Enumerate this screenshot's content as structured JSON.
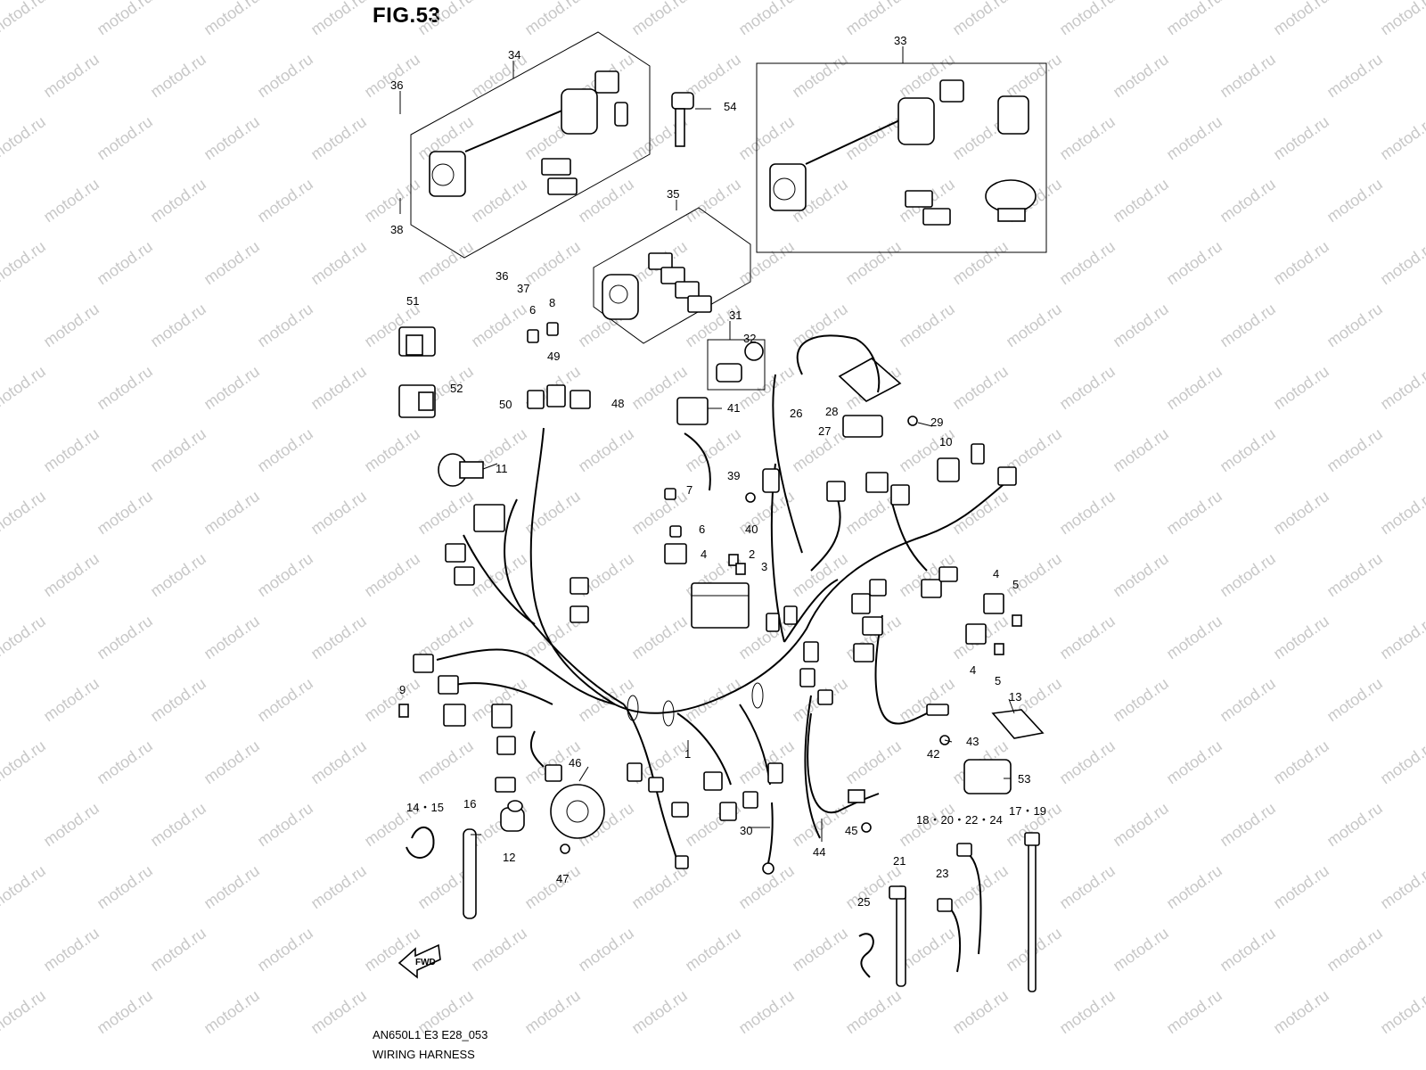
{
  "figure": {
    "title": "FIG.53",
    "code": "AN650L1 E3 E28_053",
    "subtitle": "WIRING HARNESS",
    "fwd_label": "FWD",
    "watermark_text": "motod.ru"
  },
  "callouts": [
    {
      "id": "c34",
      "text": "34"
    },
    {
      "id": "c36a",
      "text": "36"
    },
    {
      "id": "c38",
      "text": "38"
    },
    {
      "id": "c36b",
      "text": "36"
    },
    {
      "id": "c37",
      "text": "37"
    },
    {
      "id": "c54",
      "text": "54"
    },
    {
      "id": "c33",
      "text": "33"
    },
    {
      "id": "c35",
      "text": "35"
    },
    {
      "id": "c51",
      "text": "51"
    },
    {
      "id": "c52",
      "text": "52"
    },
    {
      "id": "c6a",
      "text": "6"
    },
    {
      "id": "c8",
      "text": "8"
    },
    {
      "id": "c49",
      "text": "49"
    },
    {
      "id": "c50",
      "text": "50"
    },
    {
      "id": "c48",
      "text": "48"
    },
    {
      "id": "c31",
      "text": "31"
    },
    {
      "id": "c32",
      "text": "32"
    },
    {
      "id": "c41",
      "text": "41"
    },
    {
      "id": "c26",
      "text": "26"
    },
    {
      "id": "c28",
      "text": "28"
    },
    {
      "id": "c27",
      "text": "27"
    },
    {
      "id": "c29",
      "text": "29"
    },
    {
      "id": "c11",
      "text": "11"
    },
    {
      "id": "c7",
      "text": "7"
    },
    {
      "id": "c39",
      "text": "39"
    },
    {
      "id": "c40",
      "text": "40"
    },
    {
      "id": "c10",
      "text": "10"
    },
    {
      "id": "c6b",
      "text": "6"
    },
    {
      "id": "c4a",
      "text": "4"
    },
    {
      "id": "c2",
      "text": "2"
    },
    {
      "id": "c3",
      "text": "3"
    },
    {
      "id": "c4b",
      "text": "4"
    },
    {
      "id": "c5a",
      "text": "5"
    },
    {
      "id": "c4c",
      "text": "4"
    },
    {
      "id": "c5b",
      "text": "5"
    },
    {
      "id": "c9",
      "text": "9"
    },
    {
      "id": "c13",
      "text": "13"
    },
    {
      "id": "c43",
      "text": "43"
    },
    {
      "id": "c42",
      "text": "42"
    },
    {
      "id": "c1",
      "text": "1"
    },
    {
      "id": "c46",
      "text": "46"
    },
    {
      "id": "c53",
      "text": "53"
    },
    {
      "id": "c14_15",
      "text": "14・15"
    },
    {
      "id": "c16",
      "text": "16"
    },
    {
      "id": "c12",
      "text": "12"
    },
    {
      "id": "c47",
      "text": "47"
    },
    {
      "id": "c30",
      "text": "30"
    },
    {
      "id": "c44",
      "text": "44"
    },
    {
      "id": "c45",
      "text": "45"
    },
    {
      "id": "c18_24",
      "text": "18・20・22・24"
    },
    {
      "id": "c17_19",
      "text": "17・19"
    },
    {
      "id": "c21",
      "text": "21"
    },
    {
      "id": "c23",
      "text": "23"
    },
    {
      "id": "c25",
      "text": "25"
    }
  ]
}
